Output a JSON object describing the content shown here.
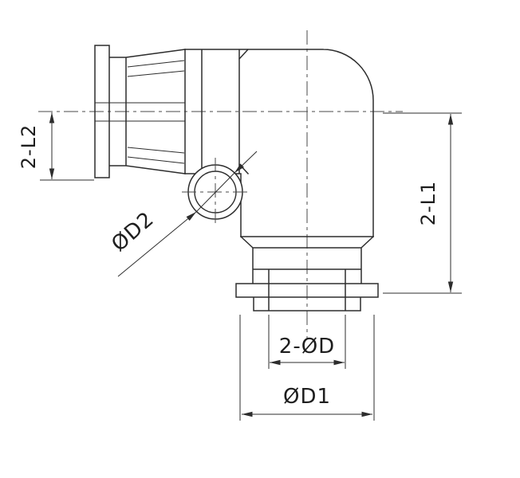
{
  "drawing": {
    "kind": "technical-dimension-drawing",
    "colors": {
      "background": "#ffffff",
      "line": "#2d2d2d",
      "text": "#1e1e1e"
    },
    "dimensions": {
      "left_height": "2-L2",
      "right_height": "2-L1",
      "corner_circle_diameter": "ØD2",
      "tube_bore_diameter": "2-ØD",
      "body_diameter": "ØD1"
    }
  }
}
